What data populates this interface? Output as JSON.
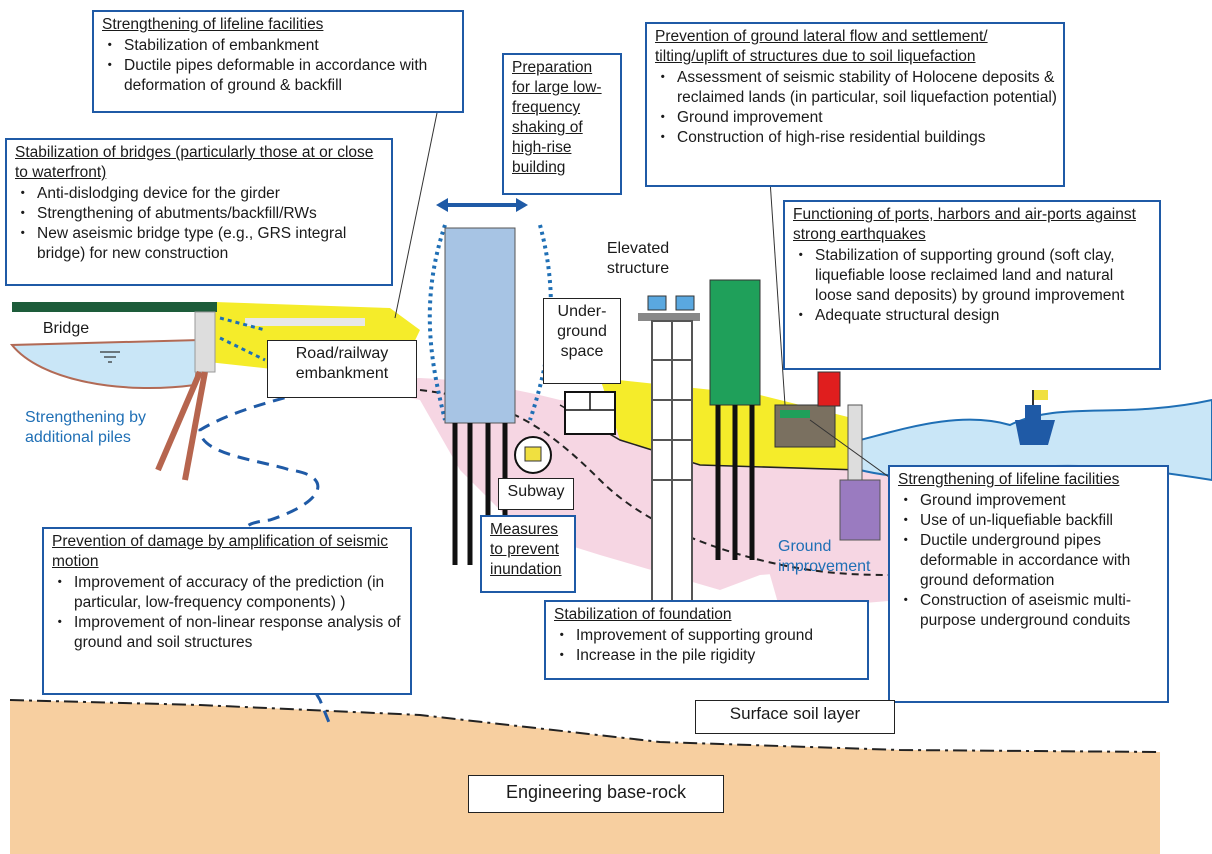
{
  "boxes": {
    "lifeline_top": {
      "heading": "Strengthening of lifeline facilities",
      "items": [
        "Stabilization of embankment",
        "Ductile pipes deformable in accordance with deformation of ground & backfill"
      ]
    },
    "bridges": {
      "heading": "Stabilization of bridges (particularly those at or close to waterfront)",
      "items": [
        "Anti-dislodging device for the girder",
        "Strengthening of abutments/backfill/RWs",
        "New aseismic bridge type (e.g., GRS integral bridge) for new construction"
      ]
    },
    "highrise": {
      "text": "Preparation for large low-frequency shaking of high-rise building"
    },
    "liquefaction": {
      "heading": "Prevention of ground lateral flow and settlement/ tilting/uplift of structures due to soil liquefaction",
      "items": [
        "Assessment of seismic stability of Holocene deposits & reclaimed lands (in particular, soil liquefaction potential)",
        "Ground improvement",
        "Construction of high-rise residential buildings"
      ]
    },
    "ports": {
      "heading": "Functioning of ports, harbors and air-ports against strong earthquakes",
      "items": [
        "Stabilization of supporting ground (soft clay, liquefiable loose reclaimed land and natural loose sand deposits) by ground improvement",
        "Adequate structural design"
      ]
    },
    "lifeline_right": {
      "heading": "Strengthening of lifeline facilities",
      "items": [
        "Ground improvement",
        "Use of un-liquefiable backfill",
        "Ductile underground pipes deformable in accordance with ground deformation",
        "Construction of aseismic multi-purpose underground conduits"
      ]
    },
    "amplification": {
      "heading": "Prevention of damage by amplification of seismic motion",
      "items": [
        "Improvement of accuracy of the prediction (in particular, low-frequency components) )",
        "Improvement of non-linear response analysis of ground and soil structures"
      ]
    },
    "foundation": {
      "heading": "Stabilization of foundation",
      "items": [
        "Improvement of supporting ground",
        "Increase in the pile rigidity"
      ]
    },
    "inundation": {
      "text": "Measures to prevent inundation"
    }
  },
  "labels": {
    "bridge": "Bridge",
    "embankment": "Road/railway embankment",
    "elevated": "Elevated structure",
    "underground": "Under-ground space",
    "subway": "Subway",
    "surface_soil": "Surface soil layer",
    "base_rock": "Engineering base-rock",
    "piles": "Strengthening by additional piles",
    "ground_improvement": "Ground improvement"
  },
  "colors": {
    "box_border": "#1f5aa6",
    "blue_text": "#1f6fb5",
    "water": "#c9e6f7",
    "embankment": "#f5ec2a",
    "soil_pink": "#f6d6e3",
    "base_rock": "#f7cfa0",
    "building": "#1fa05a"
  }
}
